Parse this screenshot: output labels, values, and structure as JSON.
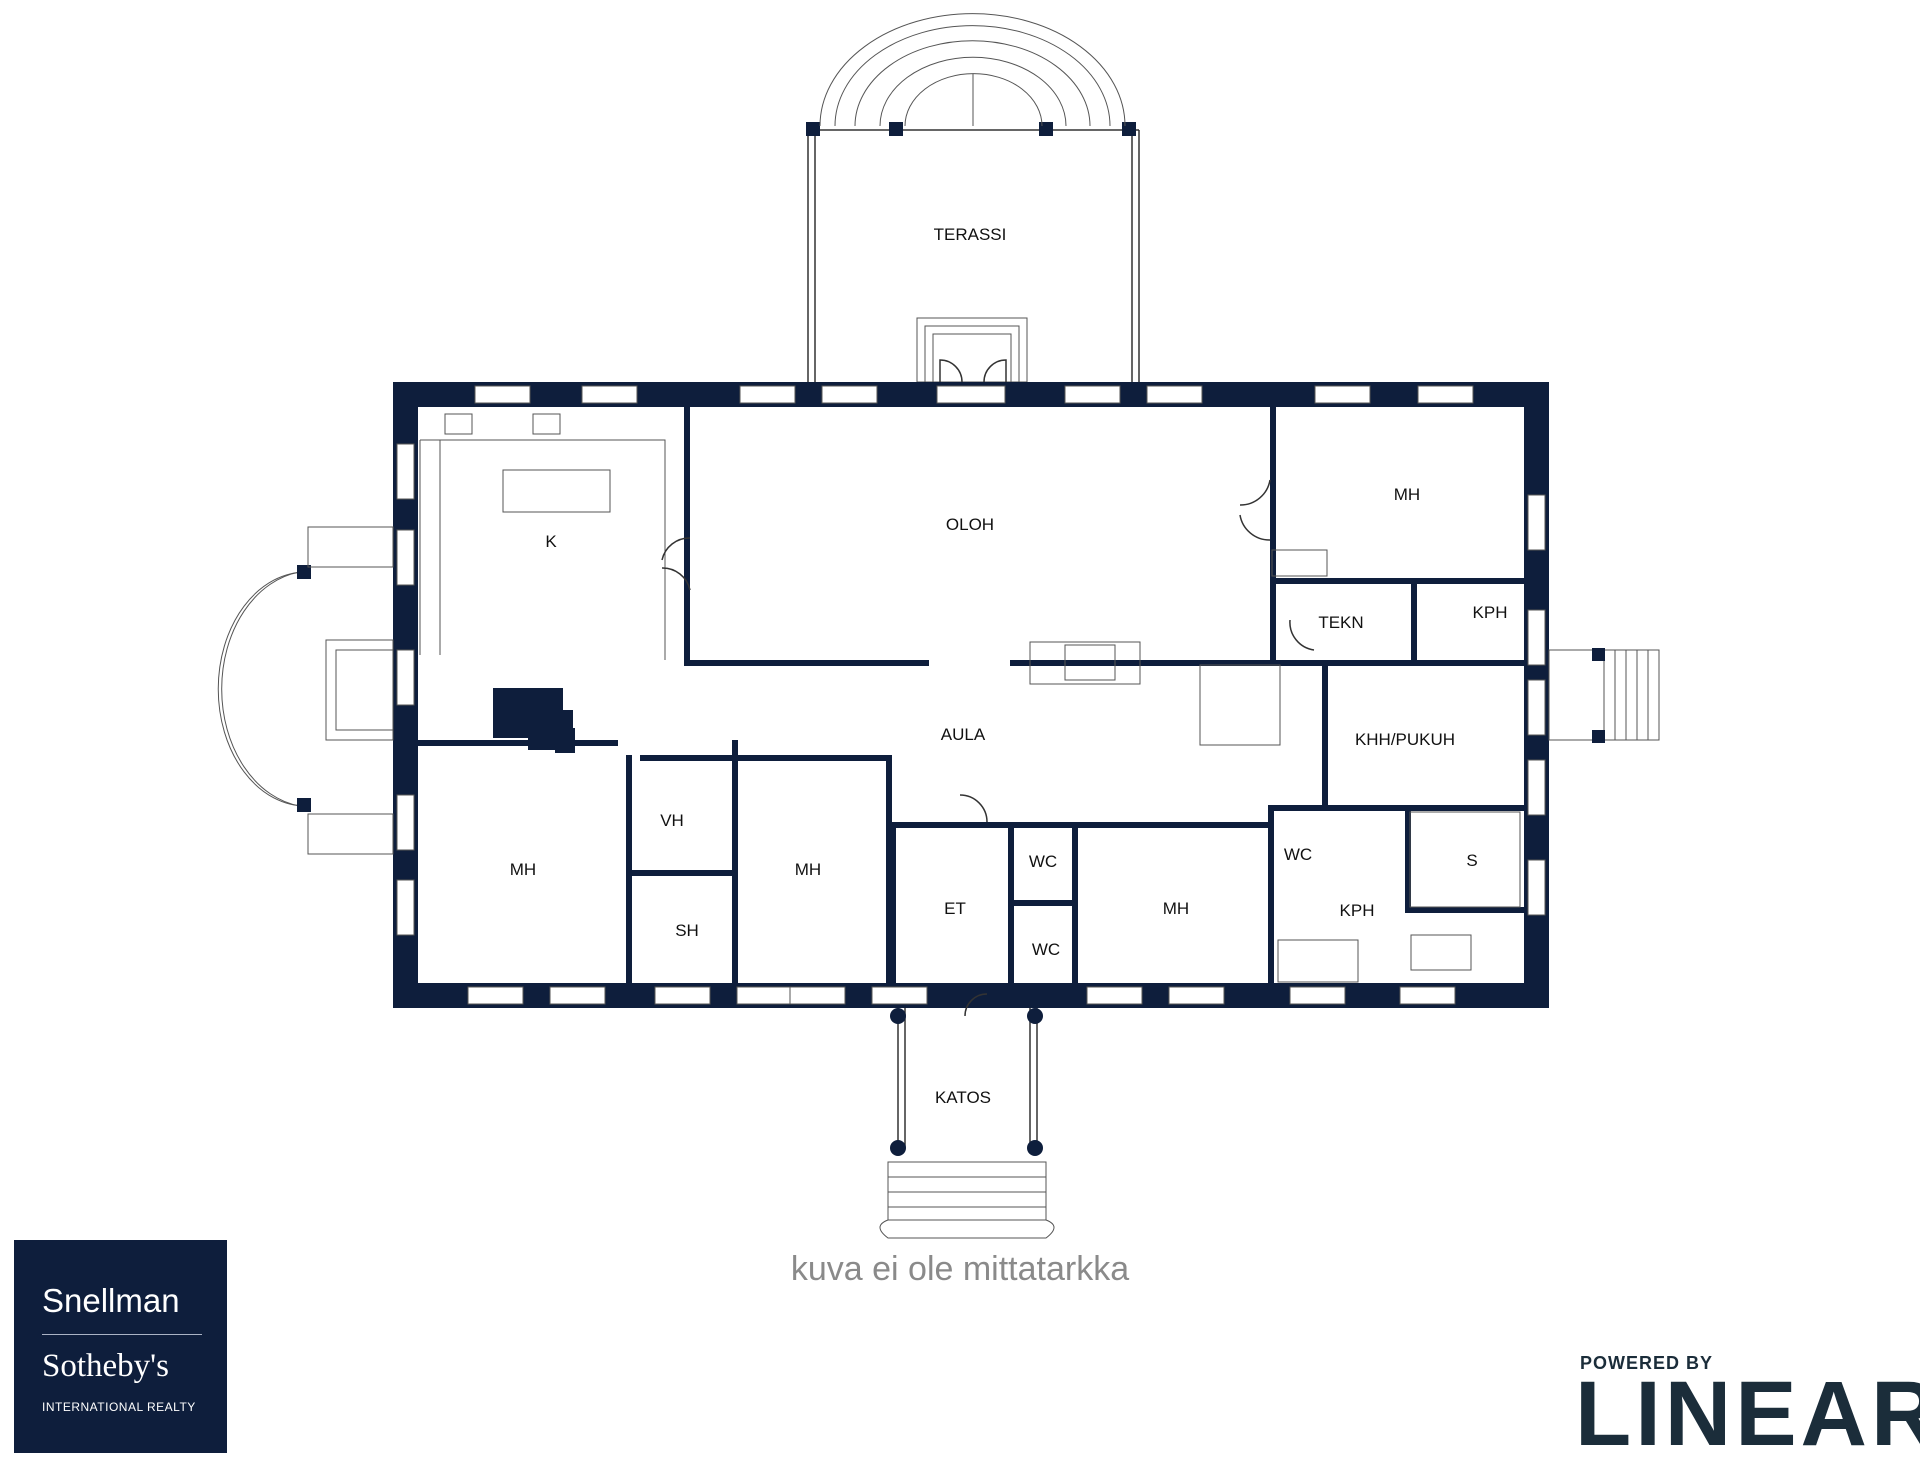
{
  "rooms": {
    "terassi": "TERASSI",
    "k": "K",
    "oloh": "OLOH",
    "mh_ne": "MH",
    "tekn": "TEKN",
    "kph_ne": "KPH",
    "aula": "AULA",
    "khh_pukuh": "KHH/PUKUH",
    "vh": "VH",
    "mh_sw": "MH",
    "mh_s1": "MH",
    "sh": "SH",
    "et": "ET",
    "wc1": "WC",
    "wc2": "WC",
    "mh_s2": "MH",
    "wc3": "WC",
    "kph_se": "KPH",
    "s": "S",
    "katos": "KATOS"
  },
  "caption": "kuva ei ole mittatarkka",
  "brand": {
    "agency_line1": "Snellman",
    "agency_line2": "Sotheby's",
    "agency_line3": "INTERNATIONAL REALTY",
    "powered_by": "POWERED BY",
    "linear": "LINEAR"
  },
  "colors": {
    "wall": "#0e1e3c",
    "caption": "#8a8a8a",
    "linear": "#1b2d3a"
  }
}
